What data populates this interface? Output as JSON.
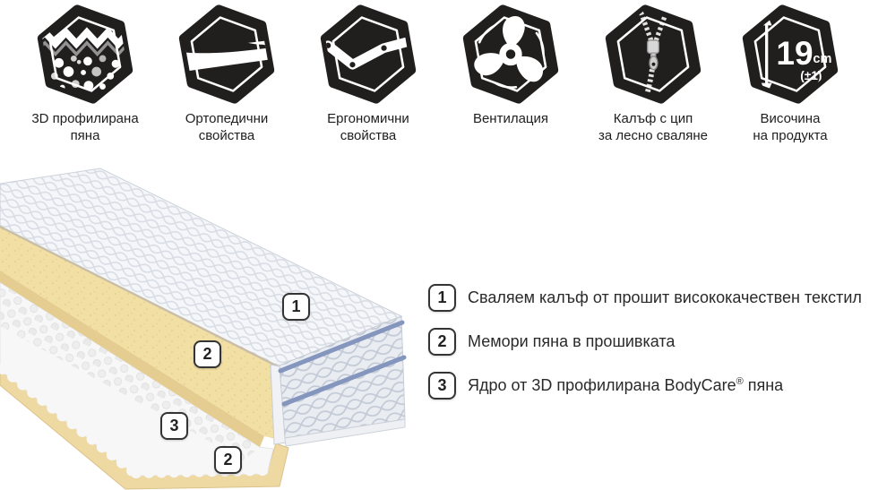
{
  "features": [
    {
      "icon": "foam-3d-icon",
      "label_line1": "3D профилирана",
      "label_line2": "пяна"
    },
    {
      "icon": "orthopedic-icon",
      "label_line1": "Ортопедични",
      "label_line2": "свойства"
    },
    {
      "icon": "ergonomic-icon",
      "label_line1": "Ергономични",
      "label_line2": "свойства"
    },
    {
      "icon": "ventilation-icon",
      "label_line1": "Вентилация",
      "label_line2": ""
    },
    {
      "icon": "zipper-icon",
      "label_line1": "Калъф с цип",
      "label_line2": "за лесно сваляне"
    },
    {
      "icon": "height-icon",
      "label_line1": "Височина",
      "label_line2": "на продукта"
    }
  ],
  "height_badge": {
    "value": "19",
    "unit": "cm",
    "tolerance": "(±1)"
  },
  "diagram": {
    "badges": [
      {
        "number": "1",
        "points_to": "cover"
      },
      {
        "number": "2",
        "points_to": "memory-foam-top"
      },
      {
        "number": "3",
        "points_to": "core"
      },
      {
        "number": "2",
        "points_to": "memory-foam-bottom"
      }
    ]
  },
  "legend": {
    "items": [
      {
        "number": "1",
        "text": "Сваляем калъф от прошит висококачествен текстил"
      },
      {
        "number": "2",
        "text": "Мемори пяна в прошивката"
      },
      {
        "number": "3",
        "text": "Ядро от 3D профилирана BodyCare® пяна",
        "text_before": "Ядро от 3D профилирана BodyCare",
        "text_symbol": "®",
        "text_after": " пяна"
      }
    ]
  },
  "colors": {
    "icon_black": "#211e1e",
    "piping_blue": "#8496be",
    "memory_foam_yellow": "#f2dfa4",
    "bottom_quilt_tan": "#eed9a2",
    "quilt_white": "#f4f6f9",
    "text_dark": "#2a2a2a"
  }
}
